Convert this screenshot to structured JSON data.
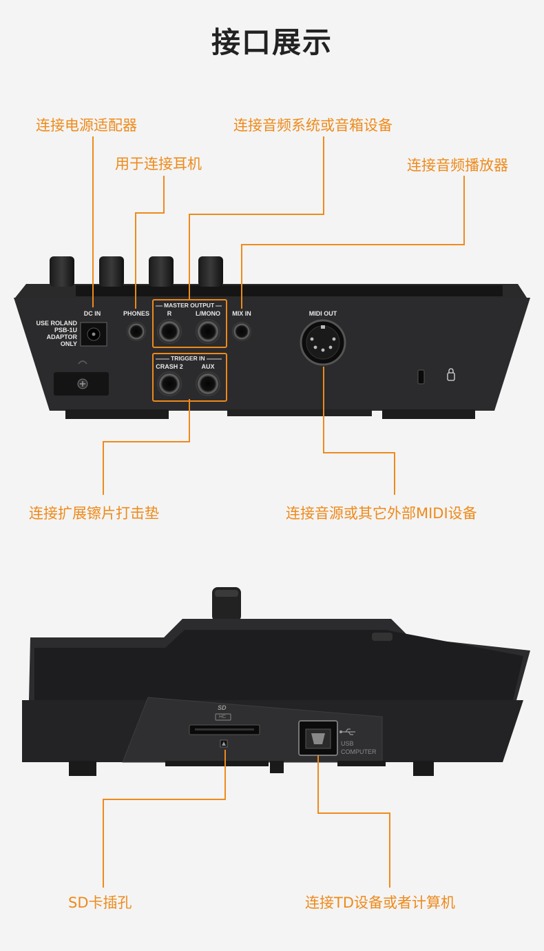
{
  "page": {
    "title": "接口展示",
    "accent_color": "#ee8a1a"
  },
  "rear_panel": {
    "labels": {
      "dc_in": "DC IN",
      "adaptor_note": [
        "USE ROLAND",
        "PSB-1U",
        "ADAPTOR",
        "ONLY"
      ],
      "phones": "PHONES",
      "master_output": "MASTER OUTPUT",
      "r": "R",
      "l_mono": "L/MONO",
      "mix_in": "MIX IN",
      "midi_out": "MIDI OUT",
      "trigger_in": "TRIGGER IN",
      "crash2": "CRASH 2",
      "aux": "AUX"
    },
    "callouts": {
      "dc_in": "连接电源适配器",
      "phones": "用于连接耳机",
      "master_output": "连接音频系统或音箱设备",
      "mix_in": "连接音频播放器",
      "trigger_in": "连接扩展镲片打击垫",
      "midi_out": "连接音源或其它外部MIDI设备"
    }
  },
  "side_panel": {
    "labels": {
      "sd_logo": "SD",
      "sd_hc": "HC",
      "usb": "USB",
      "computer": "COMPUTER"
    },
    "callouts": {
      "sd_slot": "SD卡插孔",
      "usb": "连接TD设备或者计算机"
    }
  },
  "icons": [
    "knob-icon",
    "jack-icon",
    "midi-din-icon",
    "usb-b-icon",
    "kensington-lock-icon",
    "usb-trident-icon",
    "sd-logo-icon"
  ]
}
